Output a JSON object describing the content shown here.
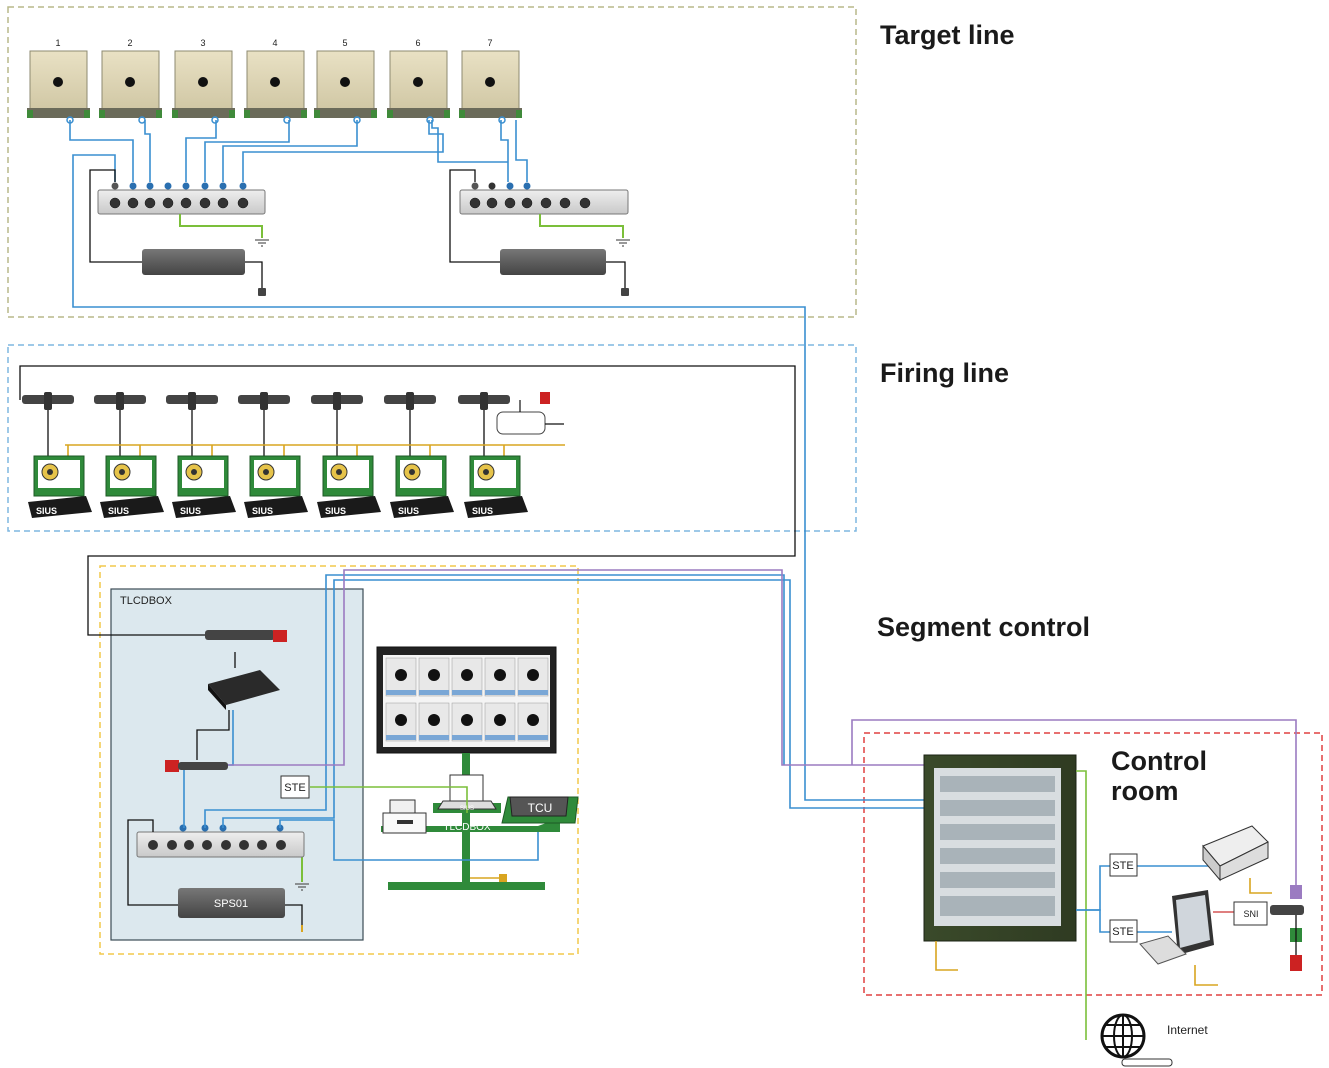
{
  "sections": {
    "target_line": "Target line",
    "firing_line": "Firing line",
    "segment_control": "Segment control",
    "control_room_1": "Control",
    "control_room_2": "room"
  },
  "targets": [
    "1",
    "2",
    "3",
    "4",
    "5",
    "6",
    "7"
  ],
  "shooter_stations": [
    "SIUS",
    "SIUS",
    "SIUS",
    "SIUS",
    "SIUS",
    "SIUS",
    "SIUS"
  ],
  "segment": {
    "box_label": "TLCDBOX",
    "ste_label": "STE",
    "sps_label": "SPS01",
    "tcu_label": "TCU",
    "desk_label": "TLCDBOX",
    "laptop_label": "SIUS"
  },
  "control_room": {
    "ste_top": "STE",
    "ste_bottom": "STE",
    "sni_label": "SNI",
    "internet_label": "Internet"
  },
  "colors": {
    "blue_cable": "#3a8fd0",
    "purple_cable": "#9b7bc1",
    "green_cable": "#7bbf3a",
    "yellow_cable": "#d9a520",
    "target_border": "#b8b98a",
    "firing_border": "#7fb7e0",
    "segment_border": "#f2c94c",
    "control_border": "#e04040"
  }
}
